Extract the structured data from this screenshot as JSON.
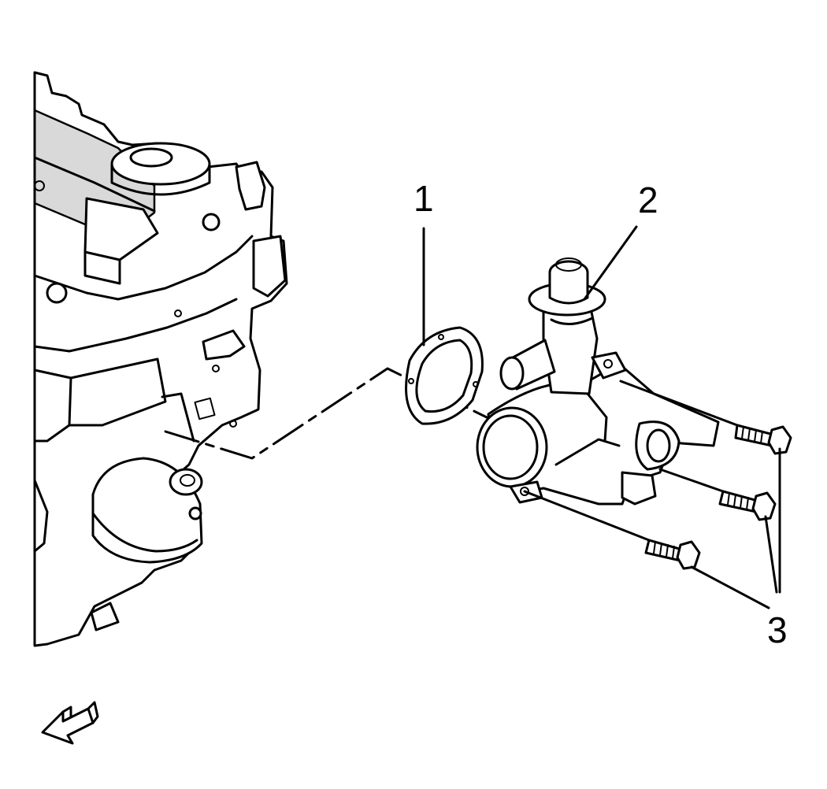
{
  "callouts": {
    "gasket": "1",
    "housing": "2",
    "bolts": "3"
  },
  "colors": {
    "line": "#000000",
    "background": "#ffffff",
    "shade": "#d9d9d9"
  },
  "icons": {
    "orientation": "front-direction-arrow-icon"
  }
}
